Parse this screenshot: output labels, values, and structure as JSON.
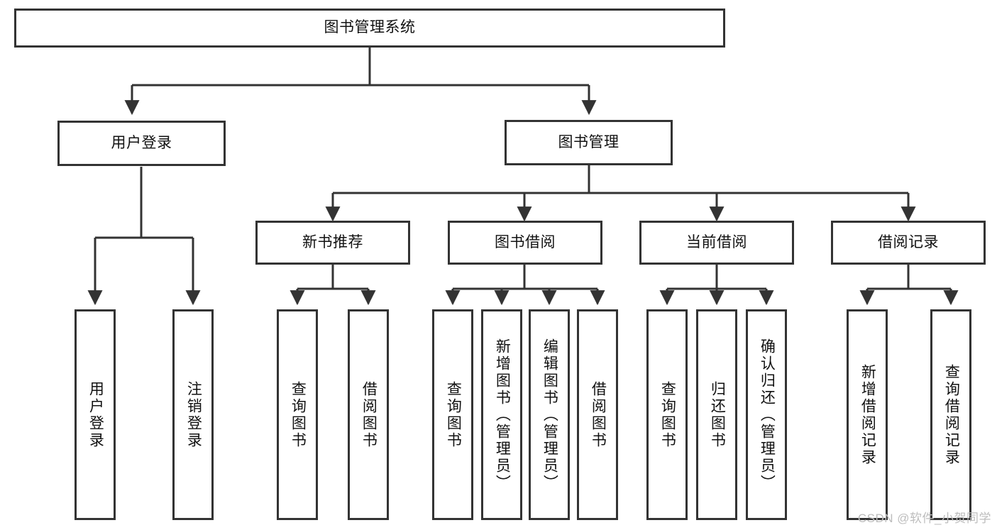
{
  "diagram": {
    "type": "tree",
    "title_node": {
      "id": "root",
      "label": "图书管理系统"
    },
    "level2": [
      {
        "id": "login",
        "label": "用户登录"
      },
      {
        "id": "bookmgmt",
        "label": "图书管理"
      }
    ],
    "level3": [
      {
        "id": "newbook",
        "label": "新书推荐"
      },
      {
        "id": "borrow",
        "label": "图书借阅"
      },
      {
        "id": "current",
        "label": "当前借阅"
      },
      {
        "id": "records",
        "label": "借阅记录"
      }
    ],
    "leaves": {
      "login": [
        {
          "id": "leaf-user-login",
          "label": "用户登录"
        },
        {
          "id": "leaf-user-logout",
          "label": "注销登录"
        }
      ],
      "newbook": [
        {
          "id": "leaf-query-book-1",
          "label": "查询图书"
        },
        {
          "id": "leaf-borrow-book-1",
          "label": "借阅图书"
        }
      ],
      "borrow": [
        {
          "id": "leaf-query-book-2",
          "label": "查询图书"
        },
        {
          "id": "leaf-add-book",
          "label": "新增图书（管理员）"
        },
        {
          "id": "leaf-edit-book",
          "label": "编辑图书（管理员）"
        },
        {
          "id": "leaf-borrow-book-2",
          "label": "借阅图书"
        }
      ],
      "current": [
        {
          "id": "leaf-query-book-3",
          "label": "查询图书"
        },
        {
          "id": "leaf-return-book",
          "label": "归还图书"
        },
        {
          "id": "leaf-confirm-return",
          "label": "确认归还（管理员）"
        }
      ],
      "records": [
        {
          "id": "leaf-add-record",
          "label": "新增借阅记录"
        },
        {
          "id": "leaf-query-record",
          "label": "查询借阅记录"
        }
      ]
    }
  },
  "watermark": {
    "text": "CSDN @软件_小贺同学"
  },
  "colors": {
    "border": "#333333",
    "background": "#ffffff",
    "text": "#111111",
    "watermark": "#bdbdbd"
  }
}
